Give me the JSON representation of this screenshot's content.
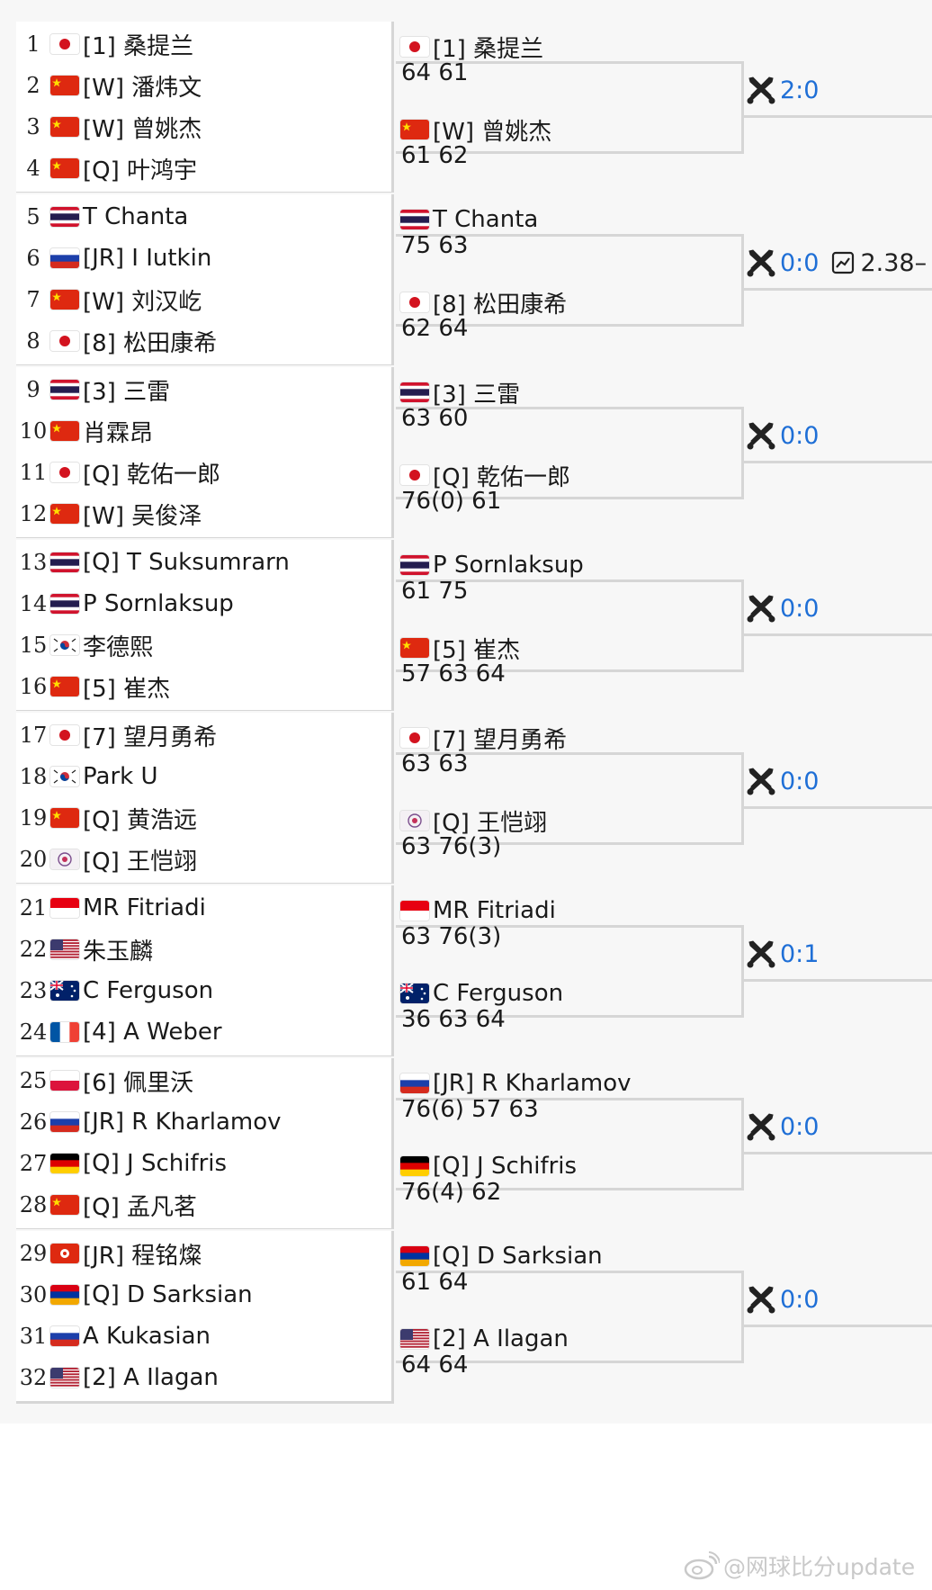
{
  "draw": {
    "entries": [
      {
        "no": "1",
        "flag": "japan",
        "name": "[1] 桑提兰"
      },
      {
        "no": "2",
        "flag": "china",
        "name": "[W] 潘炜文"
      },
      {
        "no": "3",
        "flag": "china",
        "name": "[W] 曾姚杰"
      },
      {
        "no": "4",
        "flag": "china",
        "name": "[Q] 叶鸿宇"
      },
      {
        "no": "5",
        "flag": "thailand",
        "name": " T Chanta"
      },
      {
        "no": "6",
        "flag": "russia",
        "name": "[JR] I Iutkin"
      },
      {
        "no": "7",
        "flag": "china",
        "name": "[W] 刘汉屹"
      },
      {
        "no": "8",
        "flag": "japan",
        "name": "[8] 松田康希"
      },
      {
        "no": "9",
        "flag": "thailand",
        "name": "[3] 三雷"
      },
      {
        "no": "10",
        "flag": "china",
        "name": " 肖霖昂"
      },
      {
        "no": "11",
        "flag": "japan",
        "name": "[Q] 乾佑一郎"
      },
      {
        "no": "12",
        "flag": "china",
        "name": "[W] 吴俊泽"
      },
      {
        "no": "13",
        "flag": "thailand",
        "name": "[Q] T Suksumrarn"
      },
      {
        "no": "14",
        "flag": "thailand",
        "name": " P Sornlaksup"
      },
      {
        "no": "15",
        "flag": "korea",
        "name": " 李德熙"
      },
      {
        "no": "16",
        "flag": "china",
        "name": "[5] 崔杰"
      },
      {
        "no": "17",
        "flag": "japan",
        "name": "[7] 望月勇希"
      },
      {
        "no": "18",
        "flag": "korea",
        "name": " Park U"
      },
      {
        "no": "19",
        "flag": "china",
        "name": "[Q] 黄浩远"
      },
      {
        "no": "20",
        "flag": "taipei",
        "name": "[Q] 王恺翊"
      },
      {
        "no": "21",
        "flag": "indonesia",
        "name": " MR Fitriadi"
      },
      {
        "no": "22",
        "flag": "usa",
        "name": " 朱玉麟"
      },
      {
        "no": "23",
        "flag": "australia",
        "name": " C Ferguson"
      },
      {
        "no": "24",
        "flag": "france",
        "name": "[4] A Weber"
      },
      {
        "no": "25",
        "flag": "poland",
        "name": "[6] 佩里沃"
      },
      {
        "no": "26",
        "flag": "russia",
        "name": "[JR] R Kharlamov"
      },
      {
        "no": "27",
        "flag": "germany",
        "name": "[Q] J Schifris"
      },
      {
        "no": "28",
        "flag": "china",
        "name": "[Q] 孟凡茗"
      },
      {
        "no": "29",
        "flag": "hongkong",
        "name": "[JR] 程铭燦"
      },
      {
        "no": "30",
        "flag": "armenia",
        "name": "[Q] D Sarksian"
      },
      {
        "no": "31",
        "flag": "russia",
        "name": " A Kukasian"
      },
      {
        "no": "32",
        "flag": "usa",
        "name": "[2] A Ilagan"
      }
    ],
    "round2": [
      {
        "flag": "japan",
        "name": "[1] 桑提兰",
        "score": "64 61"
      },
      {
        "flag": "china",
        "name": "[W] 曾姚杰",
        "score": "61 62"
      },
      {
        "flag": "thailand",
        "name": " T Chanta",
        "score": "75 63"
      },
      {
        "flag": "japan",
        "name": "[8] 松田康希",
        "score": "62 64"
      },
      {
        "flag": "thailand",
        "name": "[3] 三雷",
        "score": "63 60"
      },
      {
        "flag": "japan",
        "name": "[Q] 乾佑一郎",
        "score": "76(0) 61"
      },
      {
        "flag": "thailand",
        "name": " P Sornlaksup",
        "score": "61 75"
      },
      {
        "flag": "china",
        "name": "[5] 崔杰",
        "score": "57 63 64"
      },
      {
        "flag": "japan",
        "name": "[7] 望月勇希",
        "score": "63 63"
      },
      {
        "flag": "taipei",
        "name": "[Q] 王恺翊",
        "score": "63 76(3)"
      },
      {
        "flag": "indonesia",
        "name": " MR Fitriadi",
        "score": "63 76(3)"
      },
      {
        "flag": "australia",
        "name": " C Ferguson",
        "score": "36 63 64"
      },
      {
        "flag": "russia",
        "name": "[JR] R Kharlamov",
        "score": "76(6) 57 63"
      },
      {
        "flag": "germany",
        "name": "[Q] J Schifris",
        "score": "76(4) 62"
      },
      {
        "flag": "armenia",
        "name": "[Q] D Sarksian",
        "score": "61 64"
      },
      {
        "flag": "usa",
        "name": "[2] A Ilagan",
        "score": "64 64"
      }
    ],
    "h2h": [
      {
        "icon": "crossed-swords-icon",
        "value": "2:0"
      },
      {
        "icon": "crossed-swords-icon",
        "value": "0:0",
        "odds": "2.38–"
      },
      {
        "icon": "crossed-swords-icon",
        "value": "0:0"
      },
      {
        "icon": "crossed-swords-icon",
        "value": "0:0"
      },
      {
        "icon": "crossed-swords-icon",
        "value": "0:0"
      },
      {
        "icon": "crossed-swords-icon",
        "value": "0:1"
      },
      {
        "icon": "crossed-swords-icon",
        "value": "0:0"
      },
      {
        "icon": "crossed-swords-icon",
        "value": "0:0"
      }
    ]
  },
  "watermark": {
    "text": "@网球比分update"
  },
  "colors": {
    "h2h_link": "#1f6fd6",
    "line": "#d6d6d6",
    "band": "#f7f7f7"
  }
}
